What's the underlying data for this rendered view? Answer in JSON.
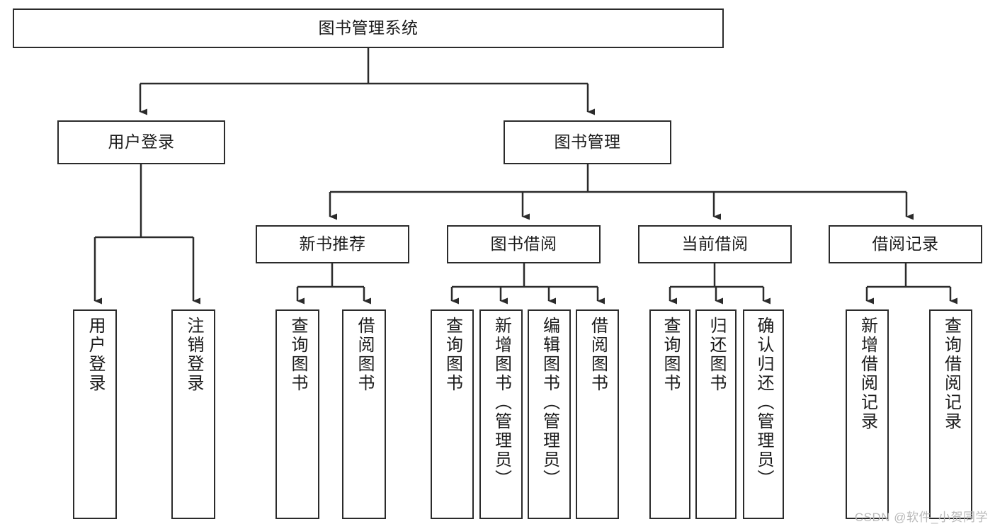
{
  "diagram": {
    "title": "图书管理系统",
    "type": "tree-hierarchy-diagram",
    "colors": {
      "stroke": "#2b2b2b",
      "fill": "#ffffff",
      "text": "#1b1b1b",
      "watermark": "#b9b9b9"
    },
    "root": {
      "label": "图书管理系统"
    },
    "level2": [
      {
        "label": "用户登录"
      },
      {
        "label": "图书管理"
      }
    ],
    "level3": [
      {
        "label": "新书推荐"
      },
      {
        "label": "图书借阅"
      },
      {
        "label": "当前借阅"
      },
      {
        "label": "借阅记录"
      }
    ],
    "leaves": {
      "user_login": [
        {
          "label": "用户登录"
        },
        {
          "label": "注销登录"
        }
      ],
      "new_book_recommend": [
        {
          "label": "查询图书"
        },
        {
          "label": "借阅图书"
        }
      ],
      "book_borrow": [
        {
          "label": "查询图书"
        },
        {
          "label": "新增图书（管理员）"
        },
        {
          "label": "编辑图书（管理员）"
        },
        {
          "label": "借阅图书"
        }
      ],
      "current_borrow": [
        {
          "label": "查询图书"
        },
        {
          "label": "归还图书"
        },
        {
          "label": "确认归还（管理员）"
        }
      ],
      "borrow_record": [
        {
          "label": "新增借阅记录"
        },
        {
          "label": "查询借阅记录"
        }
      ]
    },
    "watermark": "CSDN @软件_小贺同学"
  }
}
